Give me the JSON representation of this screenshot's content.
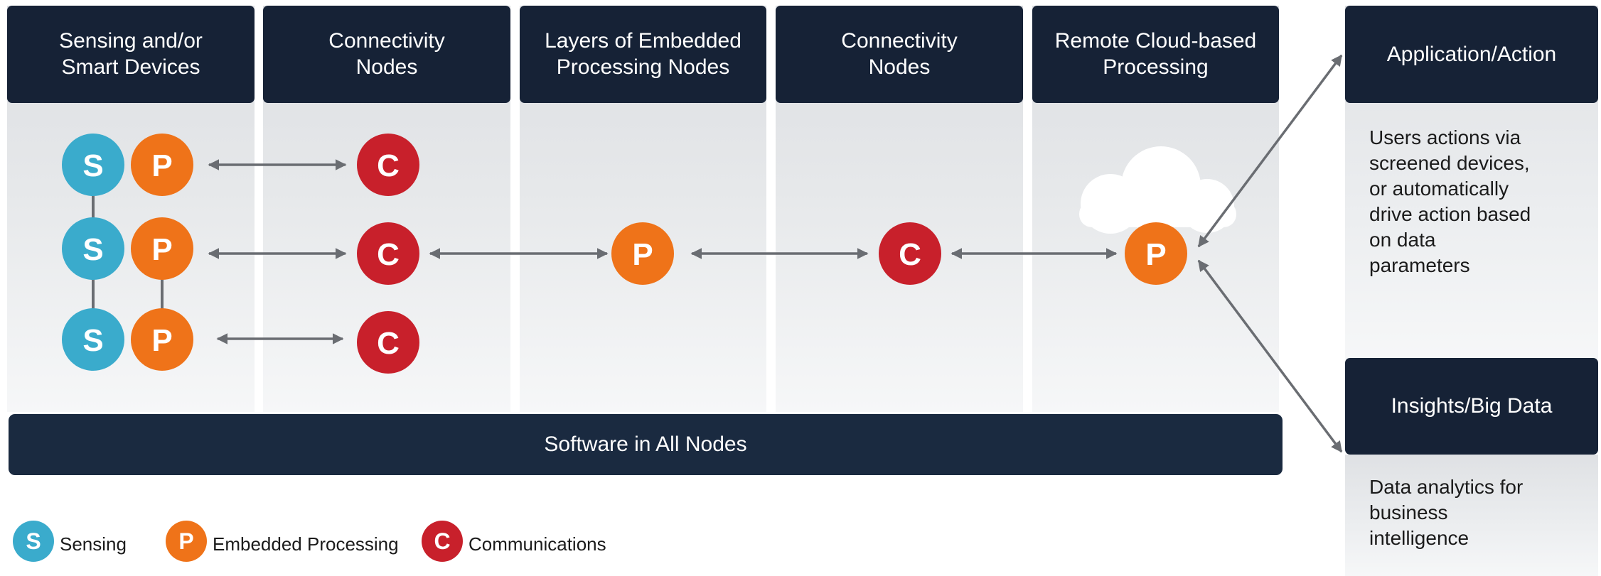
{
  "columns": [
    {
      "header": "Sensing and/or\nSmart Devices"
    },
    {
      "header": "Connectivity\nNodes"
    },
    {
      "header": "Layers of Embedded\nProcessing Nodes"
    },
    {
      "header": "Connectivity\nNodes"
    },
    {
      "header": "Remote Cloud-based\nProcessing"
    }
  ],
  "right_panels": {
    "application": {
      "header": "Application/Action",
      "text": "Users actions via\nscreened devices,\nor automatically\ndrive action based\non data\nparameters"
    },
    "insights": {
      "header": "Insights/Big Data",
      "text": "Data analytics for\nbusiness\nintelligence"
    }
  },
  "software_bar": "Software in All Nodes",
  "node_letters": {
    "sensing": "S",
    "processing": "P",
    "communications": "C"
  },
  "legend": {
    "sensing": "Sensing",
    "processing": "Embedded Processing",
    "communications": "Communications"
  },
  "colors": {
    "sensing": "#3aabcc",
    "processing": "#ef7319",
    "communications": "#c8202b",
    "header": "#162236",
    "arrow": "#6a6d72"
  }
}
